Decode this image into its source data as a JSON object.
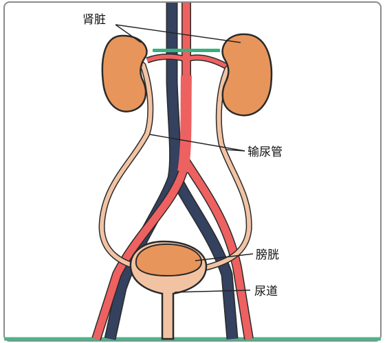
{
  "labels": {
    "kidney": "肾脏",
    "ureter": "输尿管",
    "bladder": "膀胱",
    "urethra": "尿道"
  },
  "colors": {
    "organ": "#E8955C",
    "organ_outline": "#2A2A2A",
    "duct": "#F2C3A3",
    "artery": "#EE6161",
    "vein": "#34415F",
    "marker_bar": "#36B07E",
    "frame_border": "#8A8A8A",
    "ground_line": "#4FB38A"
  }
}
